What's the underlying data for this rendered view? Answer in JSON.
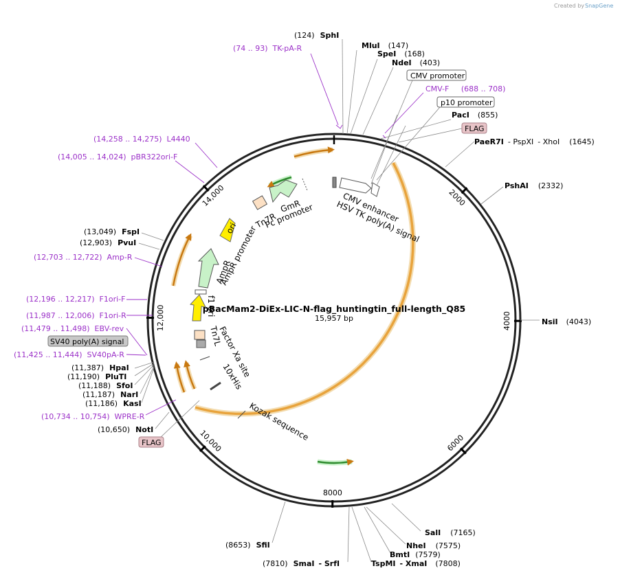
{
  "header": {
    "credit": "Created by",
    "brand": "SnapGene"
  },
  "plasmid": {
    "name": "pBacMam2-DiEx-LIC-N-flag_huntingtin_full-length_Q85",
    "size_label": "15,957 bp",
    "total_bp": 15957
  },
  "ticks": [
    {
      "bp": 2000,
      "label": "2000"
    },
    {
      "bp": 4000,
      "label": "4000"
    },
    {
      "bp": 6000,
      "label": "6000"
    },
    {
      "bp": 8000,
      "label": "8000"
    },
    {
      "bp": 10000,
      "label": "10,000"
    },
    {
      "bp": 12000,
      "label": "12,000"
    },
    {
      "bp": 14000,
      "label": "14,000"
    }
  ],
  "sites": [
    {
      "parts": [
        "(124)",
        "SphI"
      ]
    },
    {
      "parts": [
        "MluI",
        "(147)"
      ]
    },
    {
      "parts": [
        "SpeI",
        "(168)"
      ]
    },
    {
      "parts": [
        "NdeI",
        "(403)"
      ]
    },
    {
      "parts": [
        "PacI",
        "(855)"
      ]
    },
    {
      "parts": [
        "PaeR7I",
        "- PspXI",
        "- XhoI",
        "(1645)"
      ]
    },
    {
      "parts": [
        "PshAI",
        "(2332)"
      ]
    },
    {
      "parts": [
        "NsiI",
        "(4043)"
      ]
    },
    {
      "parts": [
        "SalI",
        "(7165)"
      ]
    },
    {
      "parts": [
        "NheI",
        "(7575)"
      ]
    },
    {
      "parts": [
        "BmtI",
        "(7579)"
      ]
    },
    {
      "parts": [
        "TspMI",
        "- XmaI",
        "(7808)"
      ]
    },
    {
      "parts": [
        "(7810)",
        "SmaI",
        "- SrfI"
      ]
    },
    {
      "parts": [
        "(8653)",
        "SfiI"
      ]
    },
    {
      "parts": [
        "(13,049)",
        "FspI"
      ]
    },
    {
      "parts": [
        "(12,903)",
        "PvuI"
      ]
    },
    {
      "parts": [
        "(11,387)",
        "HpaI"
      ]
    },
    {
      "parts": [
        "(11,190)",
        "PluTI"
      ]
    },
    {
      "parts": [
        "(11,188)",
        "SfoI"
      ]
    },
    {
      "parts": [
        "(11,187)",
        "NarI"
      ]
    },
    {
      "parts": [
        "(11,186)",
        "KasI"
      ]
    },
    {
      "parts": [
        "(10,650)",
        "NotI"
      ]
    }
  ],
  "primers": [
    {
      "text": "(74 .. 93)  TK-pA-R"
    },
    {
      "text": "CMV-F     (688 .. 708)"
    },
    {
      "text": "(14,258 .. 14,275)  L4440"
    },
    {
      "text": "(14,005 .. 14,024)  pBR322ori-F"
    },
    {
      "text": "(12,703 .. 12,722)  Amp-R"
    },
    {
      "text": "(12,196 .. 12,217)  F1ori-F"
    },
    {
      "text": "(11,987 .. 12,006)  F1ori-R"
    },
    {
      "text": "(11,479 .. 11,498)  EBV-rev"
    },
    {
      "text": "(11,425 .. 11,444)  SV40pA-R"
    },
    {
      "text": "(10,734 .. 10,754)  WPRE-R"
    }
  ],
  "boxed_labels": [
    {
      "text": "CMV promoter",
      "style": "white"
    },
    {
      "text": "p10 promoter",
      "style": "white"
    },
    {
      "text": "FLAG",
      "style": "pink"
    },
    {
      "text": "SV40 poly(A) signal",
      "style": "gray"
    },
    {
      "text": "FLAG",
      "style": "pink"
    }
  ],
  "features": [
    {
      "text": "CMV enhancer"
    },
    {
      "text": "HSV TK poly(A) signal"
    },
    {
      "text": "GmR"
    },
    {
      "text": "Tn7R"
    },
    {
      "text": "Pc promoter"
    },
    {
      "text": "ori"
    },
    {
      "text": "AmpR"
    },
    {
      "text": "AmpR promoter"
    },
    {
      "text": "f1 ori"
    },
    {
      "text": "Tn7L"
    },
    {
      "text": "Factor Xa site"
    },
    {
      "text": "10xHis"
    },
    {
      "text": "Kozak sequence"
    }
  ],
  "colors": {
    "orf_orange": "#e8a33c",
    "green_feature": "#c8f2c8",
    "ori_yellow": "#ffee00",
    "tn7_peach": "#fce0c4",
    "primer_purple": "#9b30c8",
    "flag_pink": "#e8c4c8"
  }
}
